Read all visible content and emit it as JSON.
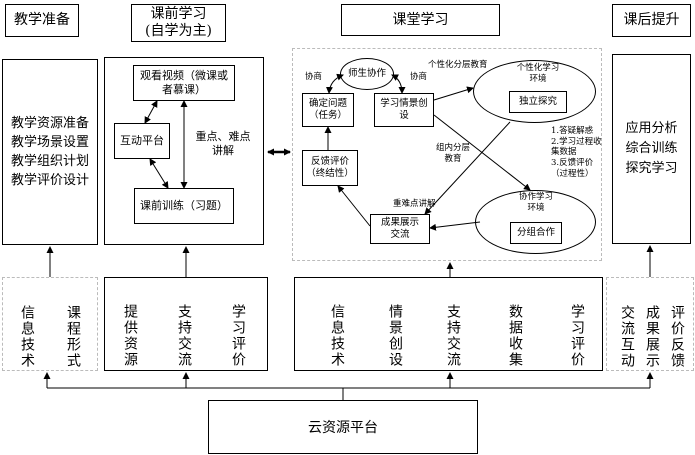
{
  "headers": {
    "h1": "教学准备",
    "h2_line1": "课前学习",
    "h2_line2": "(自学为主)",
    "h3": "课堂学习",
    "h4": "课后提升"
  },
  "prep": {
    "text": "教学资源准备教学场景设置教学组织计划教学评价设计"
  },
  "pre": {
    "video": "观看视频（微课或者慕课）",
    "platform": "互动平台",
    "training": "课前训练（习题）",
    "key_points": "重点、难点讲解"
  },
  "class": {
    "teacher_student": "师生协作",
    "define_problem": "确定问题（任务）",
    "situation": "学习情景创设",
    "feedback": "反馈评价（终结性）",
    "show": "成果展示交流",
    "personal_env": "个性化学习环境",
    "independent": "独立探究",
    "coop_env": "协作学习环境",
    "group": "分组合作",
    "negotiate1": "协商",
    "negotiate2": "协商",
    "personal_level": "个性化分层教育",
    "group_level": "组内分层教育",
    "key_explain": "重难点讲解",
    "notes": "1.答疑解惑\n2.学习过程收集数据\n3.反馈评价（过程性）"
  },
  "post": {
    "text": "应用分析综合训练探究学习"
  },
  "bottom": {
    "b1": [
      "信息技术",
      "课程形式"
    ],
    "b2": [
      "提供资源",
      "支持交流",
      "学习评价"
    ],
    "b3": [
      "信息技术",
      "情景创设",
      "支持交流",
      "数据收集",
      "学习评价"
    ],
    "b4": [
      "交流互动",
      "成果展示",
      "评价反馈"
    ]
  },
  "cloud": "云资源平台"
}
